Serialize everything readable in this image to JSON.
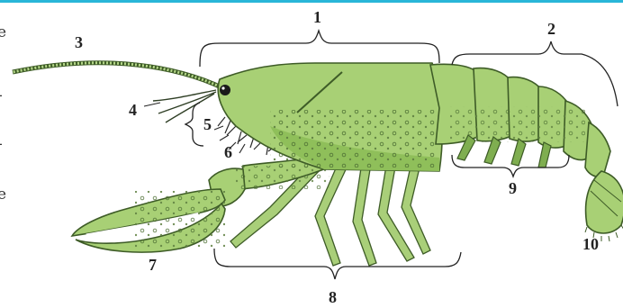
{
  "edge_text": [
    "e",
    "-",
    "-",
    "e"
  ],
  "labels": [
    "1",
    "2",
    "3",
    "4",
    "5",
    "6",
    "7",
    "8",
    "9",
    "10"
  ],
  "colors": {
    "top_rule": "#29b6d8",
    "body_fill": "#a8d075",
    "body_shade": "#8fbf5a",
    "outline": "#3e5c27",
    "eye": "#1a1a1a"
  }
}
